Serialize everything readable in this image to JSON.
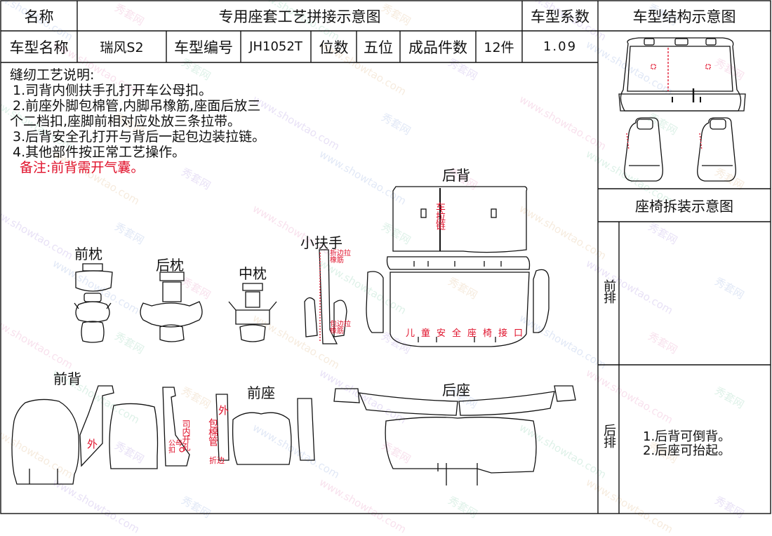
{
  "header": {
    "name_label": "名称",
    "title": "专用座套工艺拼接示意图",
    "coef_label": "车型系数",
    "structure_label": "车型结构示意图"
  },
  "info": {
    "model_name_label": "车型名称",
    "model_name": "瑞风S2",
    "model_no_label": "车型编号",
    "model_no": "JH1052T",
    "seats_label": "位数",
    "seats": "五位",
    "pieces_label": "成品件数",
    "pieces": "12件",
    "coef_value": "1.09"
  },
  "notes": {
    "title": "缝纫工艺说明:",
    "lines": [
      "1.司背内侧扶手孔打开车公母扣。",
      "2.前座外脚包棉管,内脚吊橡筋,座面后放三",
      "个二档扣,座脚前相对应处放三条拉带。",
      "3.后背安全孔打开与背后一起包边装拉链。",
      "4.其他部件按正常工艺操作。"
    ],
    "remark": "备注:前背需开气囊。"
  },
  "parts": {
    "front_pillow": "前枕",
    "rear_pillow": "后枕",
    "mid_pillow": "中枕",
    "small_armrest": "小扶手",
    "rear_back": "后背",
    "front_back": "前背",
    "front_seat": "前座",
    "rear_seat": "后座"
  },
  "annotations": {
    "zipper": "车拉链",
    "child_seat": "儿童安全座椅接口",
    "hem_elastic": "折边拉橡筋",
    "wrap_elastic": "包边拉橡筋",
    "outer": "外",
    "driver_inner_hole": "司内开孔",
    "snap": "公母扣",
    "wrap_pipe": "包棉管",
    "fold_edge": "折边"
  },
  "right_panel": {
    "disassembly_label": "座椅拆装示意图",
    "front_row": "前排",
    "rear_row": "后排",
    "rear_notes": [
      "1.后背可倒背。",
      "2.后座可抬起。"
    ]
  },
  "watermark": {
    "site": "www.showtao.com",
    "brand": "秀套网"
  }
}
